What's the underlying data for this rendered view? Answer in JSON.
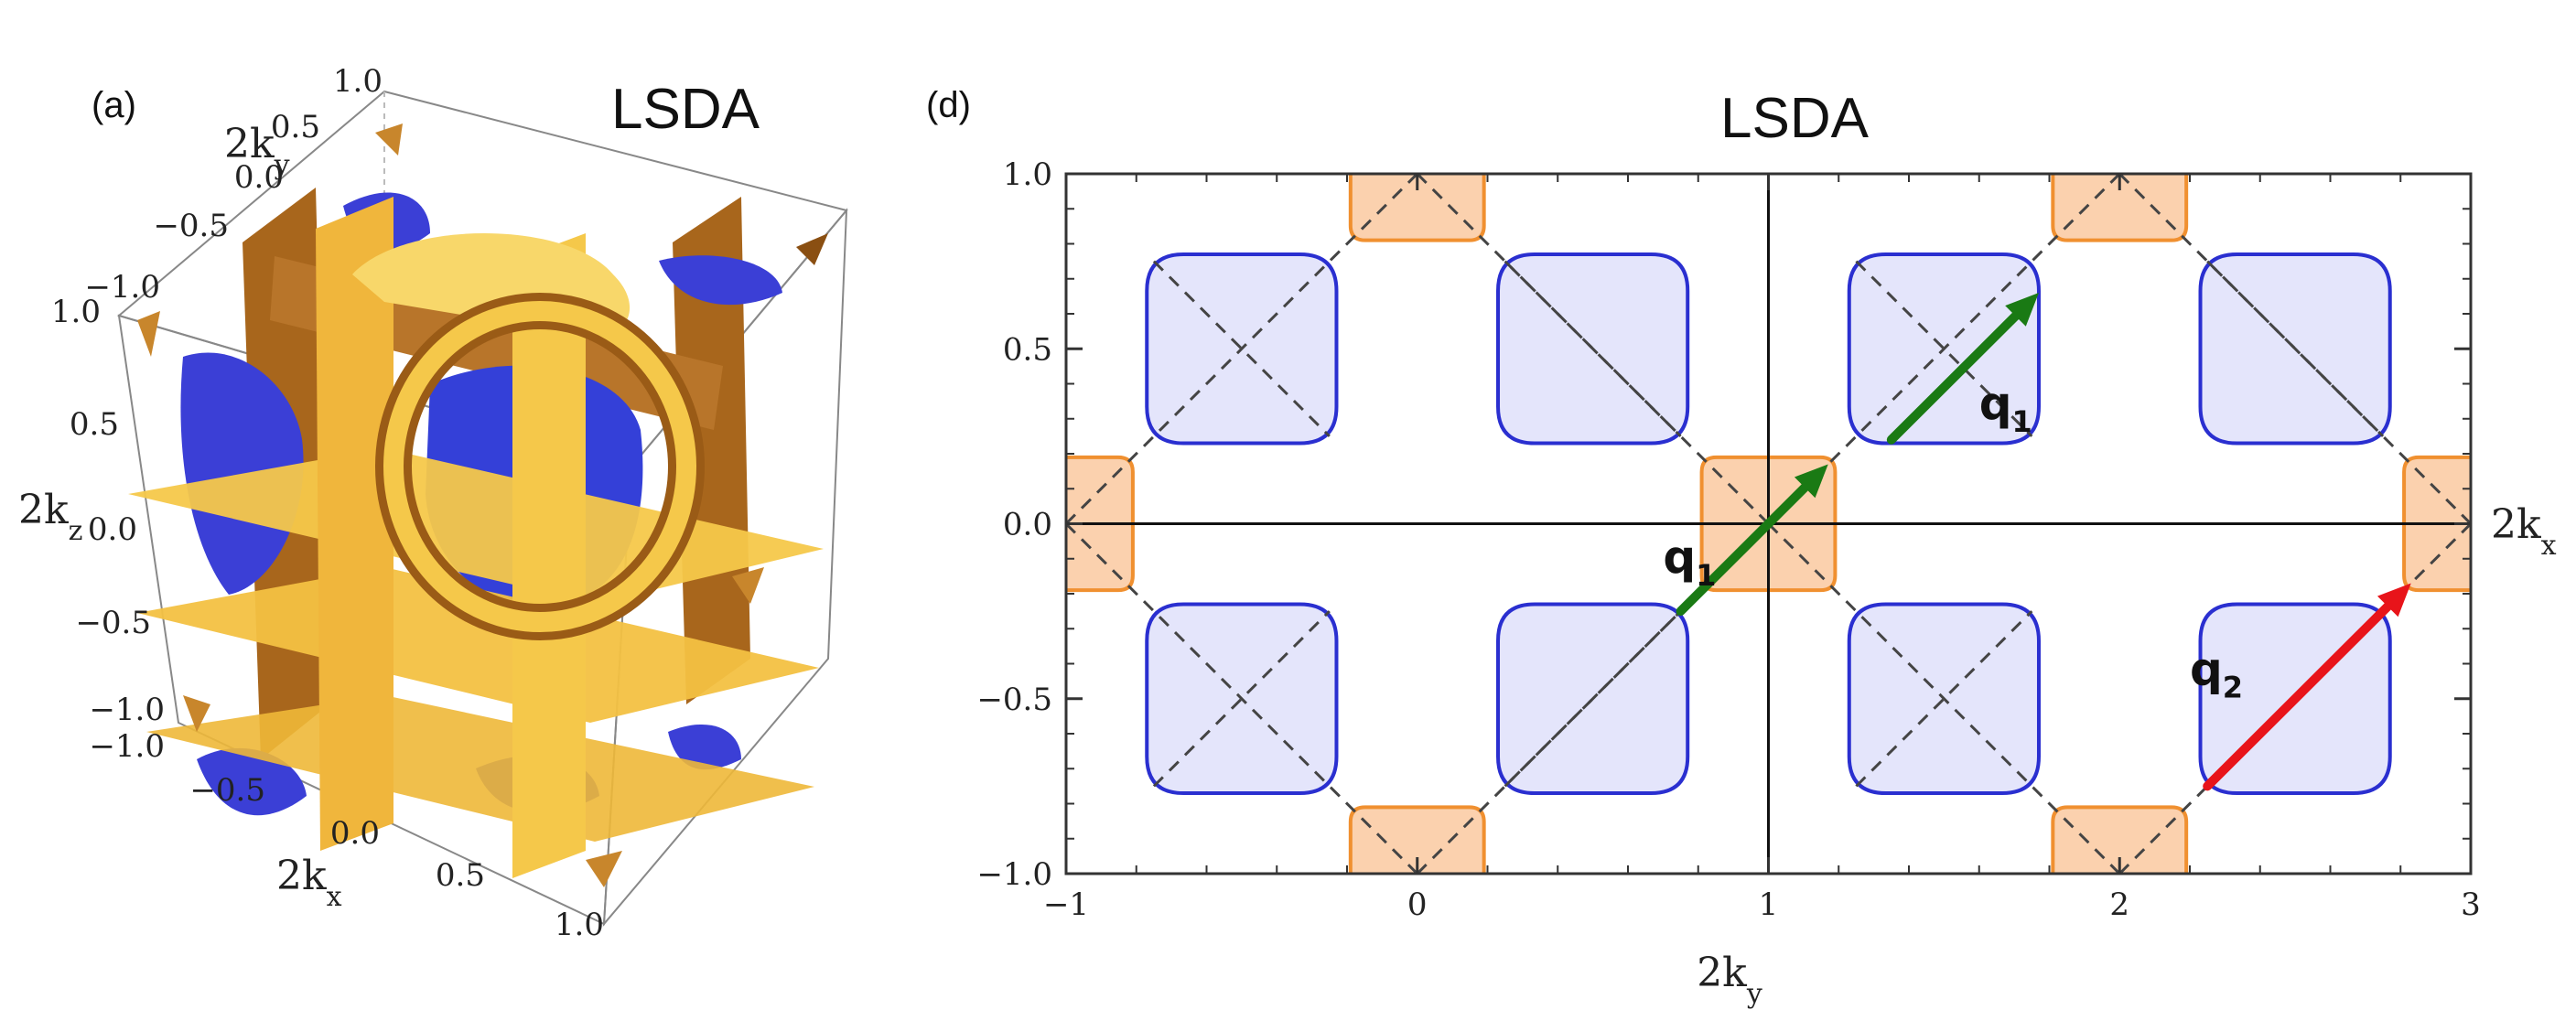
{
  "figure": {
    "panel_a_label": "(a)",
    "panel_d_label": "(d)"
  },
  "panel_a": {
    "title": "LSDA",
    "axis_labels": {
      "x": "2k",
      "x_sub": "x",
      "y": "2k",
      "y_sub": "y",
      "z": "2k",
      "z_sub": "z"
    },
    "ticks_x": [
      "−1.0",
      "−0.5",
      "0.0",
      "0.5",
      "1.0"
    ],
    "ticks_y": [
      "−1.0",
      "−0.5",
      "0.0",
      "0.5",
      "1.0"
    ],
    "ticks_z": [
      "−1.0",
      "−0.5",
      "0.0",
      "0.5",
      "1.0"
    ],
    "colors": {
      "gold_surface": "#f5c84a",
      "bronze_surface": "#a8661c",
      "blue_surface": "#3b3fd6"
    }
  },
  "chart_data": {
    "type": "scatter",
    "title": "LSDA",
    "xlabel": "2k",
    "xlabel_sub": "y",
    "ylabel": "2k",
    "ylabel_sub": "x",
    "xlim": [
      -1,
      3
    ],
    "ylim": [
      -1,
      1
    ],
    "xticks": [
      -1,
      0,
      1,
      2,
      3
    ],
    "xtick_labels": [
      "−1",
      "0",
      "1",
      "2",
      "3"
    ],
    "yticks": [
      -1.0,
      -0.5,
      0.0,
      0.5,
      1.0
    ],
    "ytick_labels": [
      "−1.0",
      "−0.5",
      "0.0",
      "0.5",
      "1.0"
    ],
    "grid": false,
    "blue_pockets": [
      {
        "cx": -0.5,
        "cy": 0.5
      },
      {
        "cx": 0.5,
        "cy": 0.5
      },
      {
        "cx": 1.5,
        "cy": 0.5
      },
      {
        "cx": 2.5,
        "cy": 0.5
      },
      {
        "cx": -0.5,
        "cy": -0.5
      },
      {
        "cx": 0.5,
        "cy": -0.5
      },
      {
        "cx": 1.5,
        "cy": -0.5
      },
      {
        "cx": 2.5,
        "cy": -0.5
      }
    ],
    "blue_pocket_half_width": 0.27,
    "orange_pockets": [
      {
        "cx": -1,
        "cy": 0
      },
      {
        "cx": 1,
        "cy": 0
      },
      {
        "cx": 3,
        "cy": 0
      },
      {
        "cx": 0,
        "cy": 1
      },
      {
        "cx": 2,
        "cy": 1
      },
      {
        "cx": 0,
        "cy": -1
      },
      {
        "cx": 2,
        "cy": -1
      }
    ],
    "orange_pocket_half_width": 0.19,
    "dashed_zone_boundary": [
      [
        [
          -1,
          0
        ],
        [
          0,
          1
        ]
      ],
      [
        [
          0,
          1
        ],
        [
          1,
          0
        ]
      ],
      [
        [
          1,
          0
        ],
        [
          2,
          1
        ]
      ],
      [
        [
          2,
          1
        ],
        [
          3,
          0
        ]
      ],
      [
        [
          -1,
          0
        ],
        [
          0,
          -1
        ]
      ],
      [
        [
          0,
          -1
        ],
        [
          1,
          0
        ]
      ],
      [
        [
          1,
          0
        ],
        [
          2,
          -1
        ]
      ],
      [
        [
          2,
          -1
        ],
        [
          3,
          0
        ]
      ],
      [
        [
          -0.75,
          0.75
        ],
        [
          -0.25,
          0.25
        ]
      ],
      [
        [
          0.25,
          0.75
        ],
        [
          0.75,
          0.25
        ]
      ],
      [
        [
          1.25,
          0.75
        ],
        [
          1.75,
          0.25
        ]
      ],
      [
        [
          2.25,
          0.75
        ],
        [
          2.75,
          0.25
        ]
      ],
      [
        [
          -0.75,
          -0.75
        ],
        [
          -0.25,
          -0.25
        ]
      ],
      [
        [
          0.25,
          -0.75
        ],
        [
          0.75,
          -0.25
        ]
      ],
      [
        [
          1.25,
          -0.75
        ],
        [
          1.75,
          -0.25
        ]
      ],
      [
        [
          2.25,
          -0.75
        ],
        [
          2.75,
          -0.25
        ]
      ]
    ],
    "vectors": [
      {
        "label": "q",
        "sub": "1",
        "color": "#1a7a14",
        "from": [
          0.75,
          -0.25
        ],
        "to": [
          1.17,
          0.17
        ],
        "label_at": [
          0.7,
          -0.14
        ]
      },
      {
        "label": "q",
        "sub": "1",
        "color": "#1a7a14",
        "from": [
          1.35,
          0.24
        ],
        "to": [
          1.77,
          0.66
        ],
        "label_at": [
          1.6,
          0.3
        ]
      },
      {
        "label": "q",
        "sub": "2",
        "color": "#e8141a",
        "from": [
          2.25,
          -0.75
        ],
        "to": [
          2.83,
          -0.17
        ],
        "label_at": [
          2.2,
          -0.46
        ]
      }
    ],
    "colors": {
      "blue_edge": "#2a2fd0",
      "blue_fill": "#e4e5fb",
      "orange_edge": "#f09030",
      "orange_fill": "#fbd1ae",
      "dashed": "#444444",
      "axes": "#111111"
    }
  }
}
